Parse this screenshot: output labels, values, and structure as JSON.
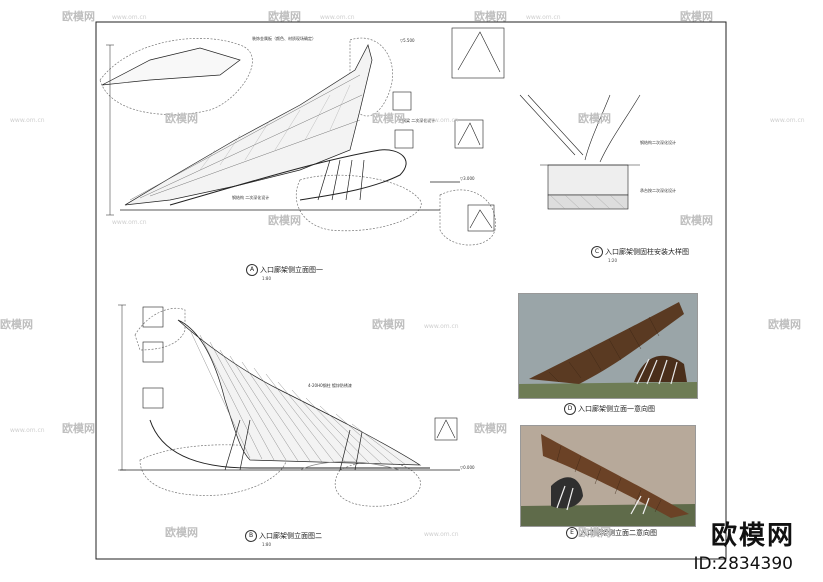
{
  "drawings": {
    "a": {
      "tag": "A",
      "title": "入口廊架侧立面图一",
      "scale": "1:80"
    },
    "b": {
      "tag": "B",
      "title": "入口廊架侧立面图二",
      "scale": "1:80"
    },
    "c": {
      "tag": "C",
      "title": "入口廊架侧固柱安装大样图",
      "scale": "1:20"
    },
    "d": {
      "tag": "D",
      "title": "入口廊架侧立面一意向图"
    },
    "e": {
      "tag": "E",
      "title": "入口廊架侧立面二意向图"
    }
  },
  "notes": [
    "装饰金属板（颜色、材质现场确定）",
    "钢结构 二次深化设计",
    "4-20H0钢柱 镀锌防锈漆",
    "主钢梁 二次深化设计",
    "钢结构二次深化设计",
    "承台按二次深化设计"
  ],
  "elevation_marks": [
    "▽5.500",
    "▽3.000",
    "▽0.000"
  ],
  "watermark": {
    "brand": "欧模网",
    "url": "www.om.cn"
  },
  "brand_mark": {
    "name": "欧模网",
    "id": "ID:2834390"
  },
  "colors": {
    "line": "#222222",
    "watermark": "#bfbfbf",
    "wood": "#5a3a22",
    "sky": "#9aa5a8"
  }
}
